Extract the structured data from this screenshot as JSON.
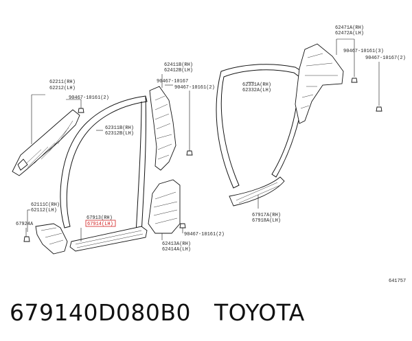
{
  "labels": {
    "l62211": "62211(RH)",
    "l62212": "62212(LH)",
    "l90467_10161_a": "90467-10161(2)",
    "l62311b": "62311B(RH)",
    "l62312b": "62312B(LH)",
    "l62411b": "62411B(RH)",
    "l62412b": "62412B(LH)",
    "l90467_10167": "90467-10167",
    "l90467_10161_b": "90467-10161(2)",
    "l62331a": "62331A(RH)",
    "l62332a": "62332A(LH)",
    "l62471a": "62471A(RH)",
    "l62472a": "62472A(LH)",
    "l90467_10161_c": "90467-10161(3)",
    "l90467_10167_b": "90467-10167(2)",
    "l62111c": "62111C(RH)",
    "l62112": "62112(LH)",
    "l67924a": "67924A",
    "l67913": "67913(RH)",
    "l67914": "67914(LH)",
    "l90467_10161_d": "90467-10161(2)",
    "l62413a": "62413A(RH)",
    "l62414a": "62414A(LH)",
    "l67917a": "67917A(RH)",
    "l67918a": "67918A(LH)",
    "diagram_id": "641757"
  },
  "caption": {
    "part_number": "679140D080B0",
    "brand": "TOYOTA"
  },
  "colors": {
    "highlight": "#d21c1c",
    "line": "#111111"
  }
}
